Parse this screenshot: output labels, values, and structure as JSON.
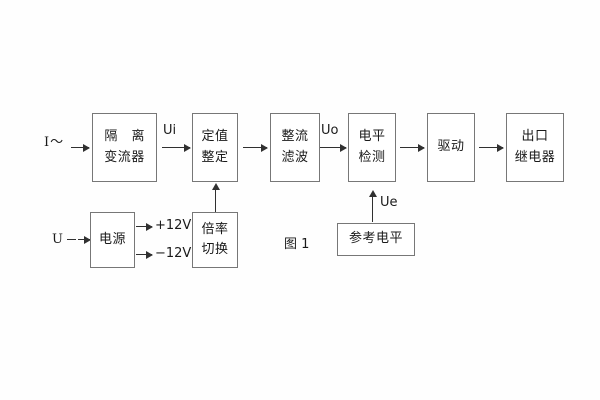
{
  "figure": {
    "caption": "图 1",
    "background": "#fefefe",
    "line_color": "#777777",
    "arrow_color": "#303030",
    "text_color": "#1a1a1a"
  },
  "blocks": {
    "isolation_ct": {
      "line1": "隔 离",
      "line2": "变流器"
    },
    "setting": {
      "line1": "定值",
      "line2": "整定"
    },
    "rectify_filter": {
      "line1": "整流",
      "line2": "滤波"
    },
    "level_detect": {
      "line1": "电平",
      "line2": "检测"
    },
    "drive": {
      "line1": "驱动"
    },
    "output_relay": {
      "line1": "出口",
      "line2": "继电器"
    },
    "power_supply": {
      "line1": "电源"
    },
    "ratio_switch": {
      "line1": "倍率",
      "line2": "切换"
    },
    "reference_level": {
      "line1": "参考电平"
    }
  },
  "signals": {
    "current_input": "I～",
    "voltage_input": "U",
    "ui": "Ui",
    "uo": "Uo",
    "ue": "Ue",
    "rail_positive": "+12V",
    "rail_negative": "−12V"
  }
}
